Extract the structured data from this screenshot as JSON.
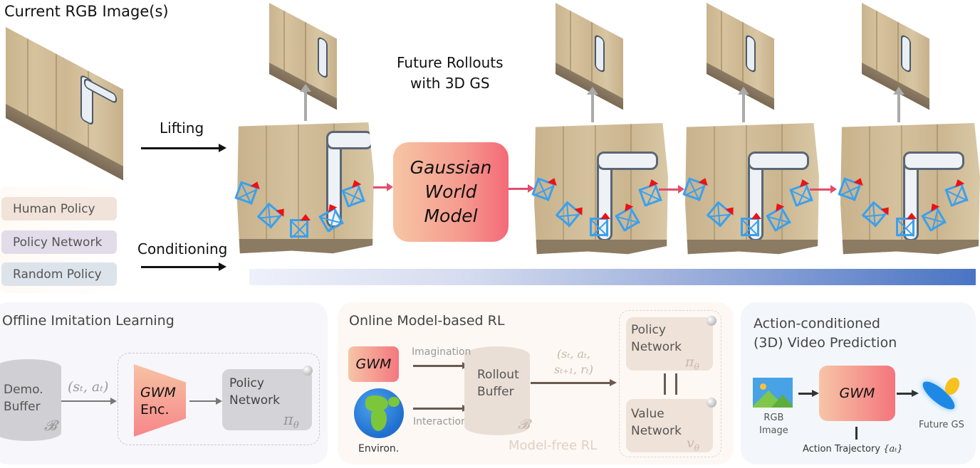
{
  "header": {
    "title": "Current RGB Image(s)",
    "future_label_line1": "Future Rollouts",
    "future_label_line2": "with 3D GS"
  },
  "pipeline": {
    "lifting_label": "Lifting",
    "conditioning_label": "Conditioning",
    "gwm_line1": "Gaussian",
    "gwm_line2": "World",
    "gwm_line3": "Model",
    "policies": [
      {
        "label": "Human Policy",
        "color": "#f1e3da"
      },
      {
        "label": "Policy Network",
        "color": "#e2dcea"
      },
      {
        "label": "Random Policy",
        "color": "#dde3ea"
      }
    ],
    "gradient_bar_colors": [
      "#eef1fa",
      "#4a74c4"
    ]
  },
  "offline_il": {
    "title": "Offline Imitation Learning",
    "buffer_line1": "Demo.",
    "buffer_line2": "Buffer",
    "buffer_symbol": "𝓑",
    "edge_label": "(sₜ, aₜ)",
    "encoder_line1": "GWM",
    "encoder_line2": "Enc.",
    "policy_line1": "Policy",
    "policy_line2": "Network",
    "policy_symbol": "π",
    "policy_sub": "θ"
  },
  "online_rl": {
    "title": "Online Model-based RL",
    "gwm_label": "GWM",
    "imagination_label": "Imagination",
    "interaction_label": "Interaction",
    "env_label": "Environ.",
    "buffer_line1": "Rollout",
    "buffer_line2": "Buffer",
    "buffer_symbol": "𝓑",
    "tuple_line1": "(sₜ, aₜ,",
    "tuple_line2": "sₜ₊₁, rₜ)",
    "policy_line1": "Policy",
    "policy_line2": "Network",
    "policy_symbol": "π",
    "policy_sub": "θ",
    "value_line1": "Value",
    "value_line2": "Network",
    "value_symbol": "v",
    "value_sub": "θ",
    "model_free_label": "Model-free RL"
  },
  "video_pred": {
    "title_line1": "Action-conditioned",
    "title_line2": "(3D) Video Prediction",
    "rgb_line1": "RGB",
    "rgb_line2": "Image",
    "gwm_label": "GWM",
    "future_label": "Future GS",
    "action_label": "Action Trajectory",
    "action_math": "{aₜ}"
  }
}
